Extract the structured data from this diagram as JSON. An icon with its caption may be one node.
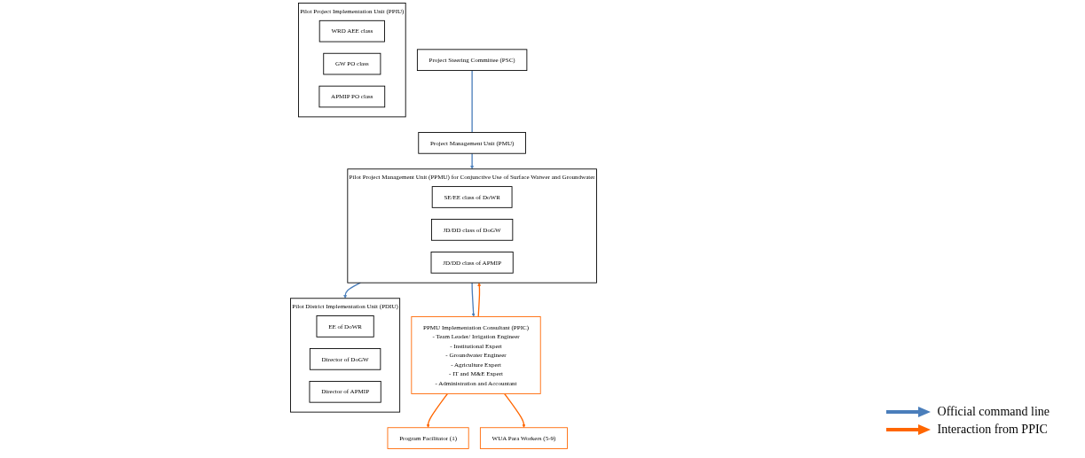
{
  "diagram": {
    "nodes": [
      {
        "text": [
          "Project Steering Committee (PSC)"
        ]
      },
      {
        "text": [
          "Project Management Unit (PMU)"
        ]
      },
      {
        "text": [
          "Pilot Project Management Unit (PPMU) for Conjunctive Use of Surface Watwer and Groundwater"
        ]
      },
      {
        "text": [
          "SE/EE class of DoWR"
        ],
        "in": 2
      },
      {
        "text": [
          "JD/DD class of DoGW"
        ],
        "in": 2
      },
      {
        "text": [
          "JD/DD class of APMIP"
        ],
        "in": 2
      },
      {
        "text": [
          "Pilot District Implementation Unit (PDIU)"
        ]
      },
      {
        "text": [
          "EE of DoWR"
        ],
        "in": 6
      },
      {
        "text": [
          "Director of DoGW"
        ],
        "in": 6
      },
      {
        "text": [
          "Director of APMIP"
        ],
        "in": 6
      },
      {
        "text": [
          "Pilot Project Implementation Unit (PPIU)"
        ]
      },
      {
        "text": [
          "WRD AEE class"
        ],
        "in": 10
      },
      {
        "text": [
          "GW PO class"
        ],
        "in": 10
      },
      {
        "text": [
          "APMIP PO class"
        ],
        "in": 10
      },
      {
        "text": [
          "Program Facilitator (1)"
        ]
      },
      {
        "text": [
          "WUA Para Workers (5-9)"
        ]
      },
      {
        "text": [
          "PPMU Implementation Consultant (PPIC)",
          "- Team Leader/ Irrigation Engineer",
          "- Institutional Expert",
          "- Groundwater Engineer",
          "- Agriculture Expert",
          "- IT and M&E Expert",
          "- Administration and Accountant"
        ]
      }
    ],
    "edges": [
      {
        "from": 0,
        "to": 1,
        "arrow": "none"
      },
      {
        "from": 1,
        "to": 2,
        "arrow": "to"
      },
      {
        "from": 2,
        "to": 6,
        "arrow": "to"
      },
      {
        "from": 2,
        "to": 16,
        "arrow": "to"
      },
      {
        "from": 16,
        "to": 2,
        "arrow": "to",
        "color": "#ff6600"
      },
      {
        "from": 16,
        "to": 14,
        "arrow": "to",
        "color": "#ff6600"
      },
      {
        "from": 16,
        "to": 15,
        "arrow": "to",
        "color": "#ff6600"
      }
    ],
    "legend": [
      {
        "text": "Official command line"
      },
      {
        "text": "Interaction from PPIC"
      }
    ]
  }
}
